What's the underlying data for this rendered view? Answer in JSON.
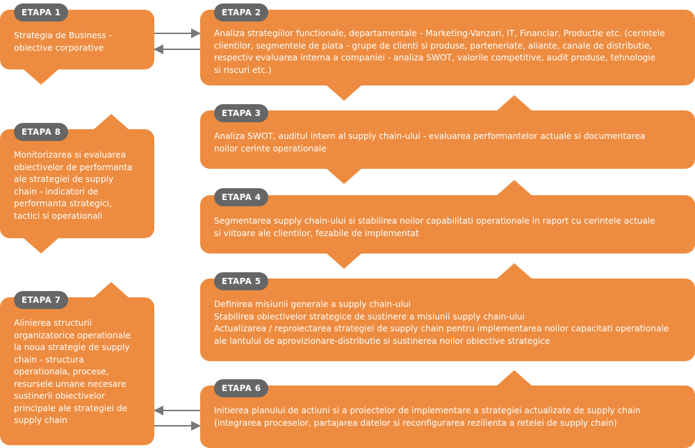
{
  "colors": {
    "box": "#ED8C40",
    "badge": "#666666",
    "arrow": "#777777"
  },
  "steps": [
    {
      "label": "ETAPA 1",
      "lines": [
        "Strategia de Business -",
        "obiective corporative"
      ]
    },
    {
      "label": "ETAPA 2",
      "lines": [
        "Analiza strategiilor functionale, departamentale - Marketing-Vanzari, IT, Financiar, Productie etc. (cerintele",
        "clientilor, segmentele de piata - grupe de clienti si produse, parteneriate, aliante, canale de distributie,",
        "respectiv evaluarea interna a companiei - analiza SWOT, valorile competitive, audit produse, tehnologie",
        "si riscuri etc.)"
      ]
    },
    {
      "label": "ETAPA 3",
      "lines": [
        "Analiza SWOT, auditul intern al supply chain-ului - evaluarea performantelor actuale si documentarea",
        "noilor cerinte operationale"
      ]
    },
    {
      "label": "ETAPA 4",
      "lines": [
        "Segmentarea supply chain-ului si stabilirea noilor capabilitati operationale in raport cu cerintele actuale",
        "si viitoare ale clientilor, fezabile de implementat"
      ]
    },
    {
      "label": "ETAPA 5",
      "lines": [
        "Definirea misiunii generale a supply chain-ului",
        "Stabilirea obiectivelor strategice de sustinere a misiunii supply chain-ului",
        "Actualizarea / reproiectarea strategiei de supply chain pentru implementarea noilor capacitati operationale",
        "ale lantului de aprovizionare-distributie si sustinerea noilor obiective strategice"
      ]
    },
    {
      "label": "ETAPA 6",
      "lines": [
        "Initierea planului de actiuni si a proiectelor de implementare a strategiei actualizate de supply chain",
        "(integrarea proceselor, partajarea datelor si reconfigurarea rezilienta a retelei de supply chain)"
      ]
    },
    {
      "label": "ETAPA 7",
      "lines": [
        "Alinierea structurii",
        "organizatorice operationale",
        "la noua strategie de supply",
        "chain - structura",
        "operationala, procese,",
        "resursele umane necesare",
        "sustinerii obiectivelor",
        "principale ale strategiei de",
        "supply chain"
      ]
    },
    {
      "label": "ETAPA 8",
      "lines": [
        "Monitorizarea si evaluarea",
        "obiectivelor de performanta",
        "ale strategiei de supply",
        "chain - indicatori de",
        "performanta strategici,",
        "tactici si operationali"
      ]
    }
  ]
}
